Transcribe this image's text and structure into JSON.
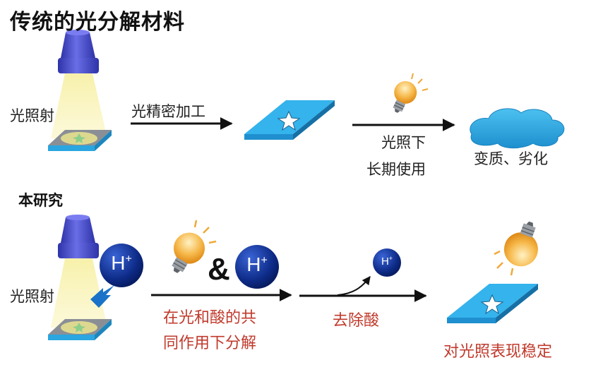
{
  "header": {
    "title": "传统的光分解材料"
  },
  "conventional": {
    "light_label": "光照射",
    "arrow1_label": "光精密加工",
    "arrow2_label_line1": "光照下",
    "arrow2_label_line2": "长期使用",
    "result_label": "变质、劣化"
  },
  "study": {
    "section_label": "本研究",
    "light_label": "光照射",
    "ion_label": "H",
    "ion_sup": "+",
    "ampersand": "&",
    "arrow1_label_line1": "在光和酸的共",
    "arrow1_label_line2": "同作用下分解",
    "arrow2_label": "去除酸",
    "result_label": "对光照表现稳定"
  },
  "colors": {
    "lamp": "#4b4fc9",
    "beam": "#f6ee9a",
    "material": "#2aa6e0",
    "material_top": "#34b3ec",
    "proton": "#0d2a86",
    "highlight_arrow": "#1a73c9",
    "red_text": "#c0392b"
  }
}
